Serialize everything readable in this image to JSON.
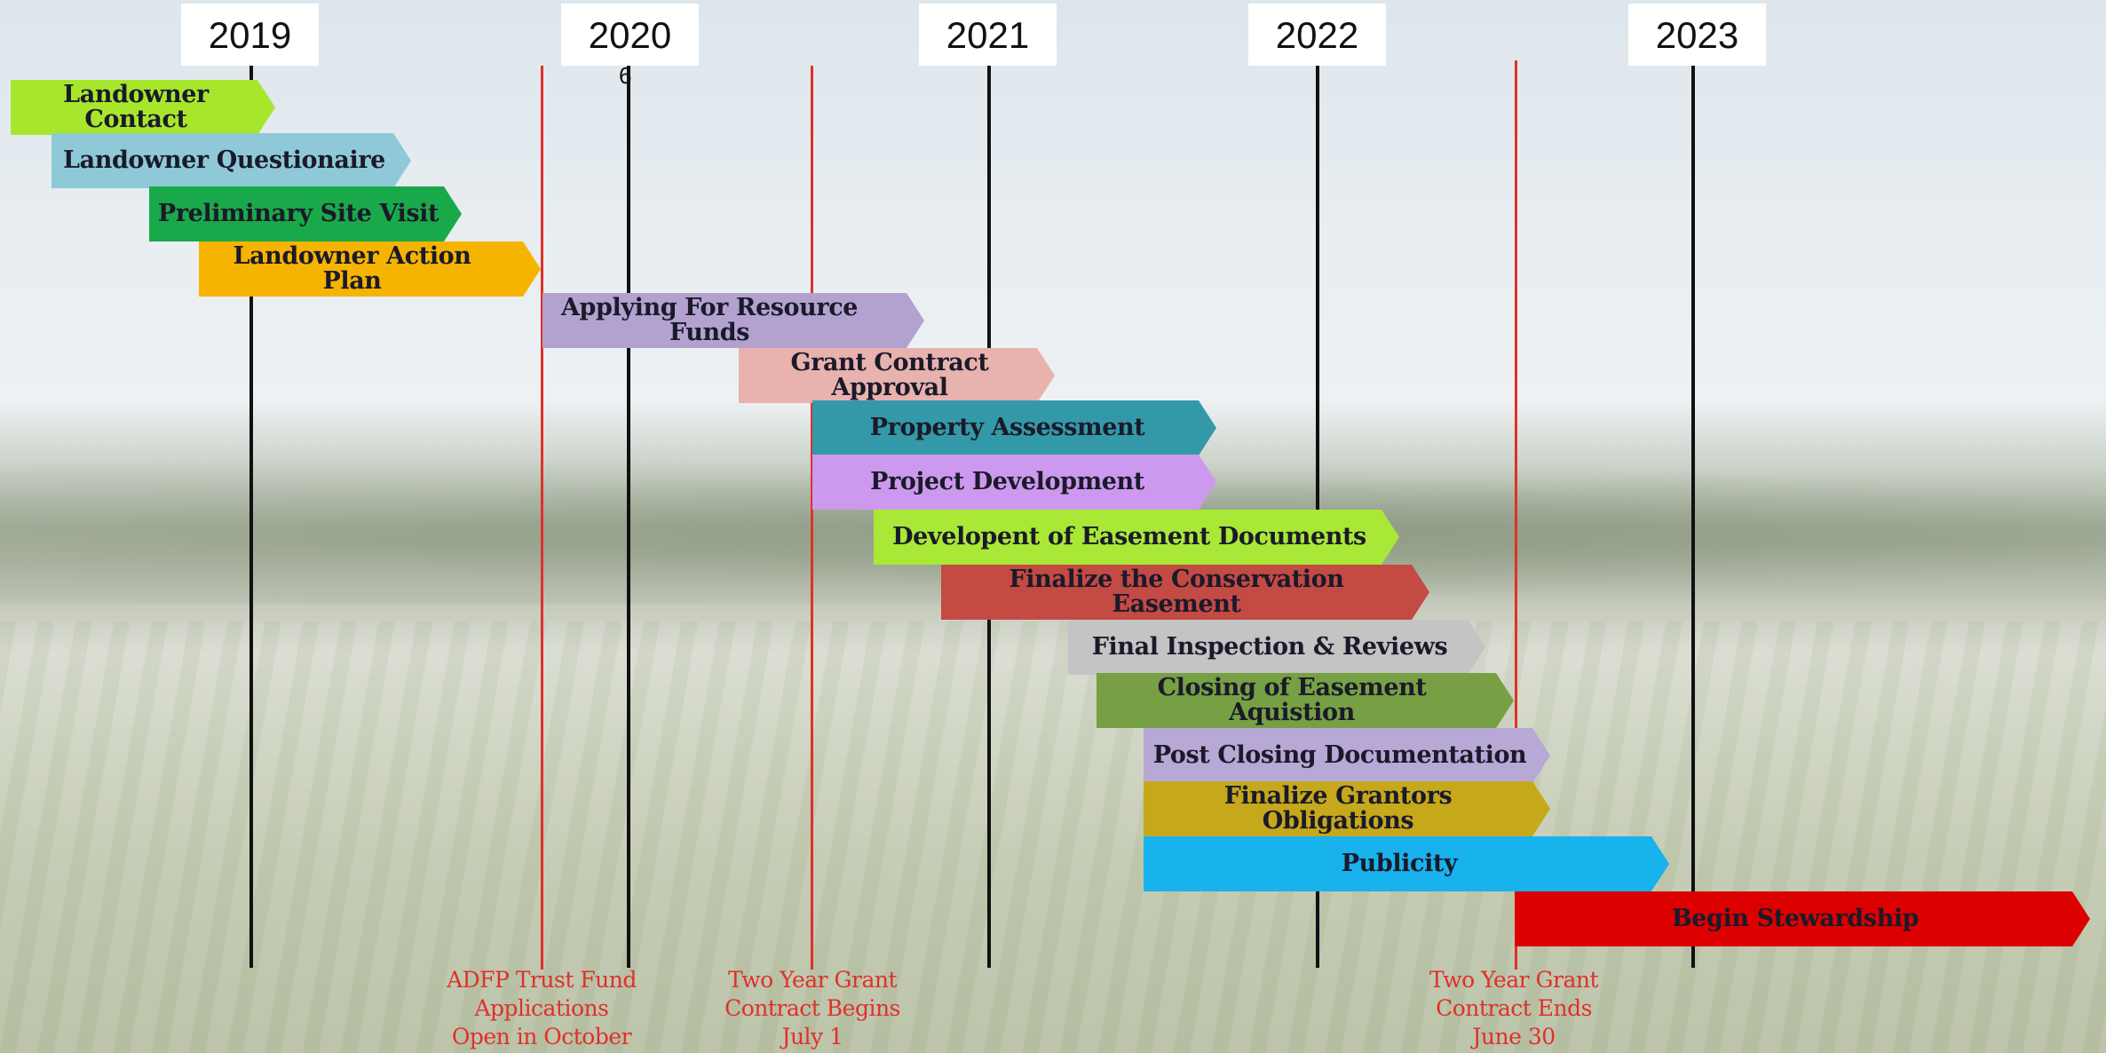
{
  "years": [
    "2019",
    "2020",
    "2021",
    "2022",
    "2023"
  ],
  "stray_mark": "6",
  "tasks": [
    {
      "label": "Landowner Contact",
      "color": "#a8e62c"
    },
    {
      "label": "Landowner Questionaire",
      "color": "#8fc9d8"
    },
    {
      "label": "Preliminary Site Visit",
      "color": "#1aa94a"
    },
    {
      "label": "Landowner Action Plan",
      "color": "#f6b400"
    },
    {
      "label": "Applying For Resource Funds",
      "color": "#b3a2cf"
    },
    {
      "label": "Grant Contract Approval",
      "color": "#e8b2ae"
    },
    {
      "label": "Property Assessment",
      "color": "#3399a8"
    },
    {
      "label": "Project Development",
      "color": "#cc99ee"
    },
    {
      "label": "Developent of Easement Documents",
      "color": "#a9e836"
    },
    {
      "label": "Finalize the Conservation Easement",
      "color": "#c44a44"
    },
    {
      "label": "Final Inspection & Reviews",
      "color": "#c4c4c4"
    },
    {
      "label": "Closing of Easement Aquistion",
      "color": "#76a043"
    },
    {
      "label": "Post Closing Documentation",
      "color": "#b8a8d6"
    },
    {
      "label": "Finalize Grantors Obligations",
      "color": "#c6a81b"
    },
    {
      "label": "Publicity",
      "color": "#18b2ec"
    },
    {
      "label": "Begin Stewardship",
      "color": "#dd0000"
    }
  ],
  "milestones": [
    {
      "text": "ADFP Trust Fund\nApplications\nOpen in October"
    },
    {
      "text": "Two Year Grant\nContract Begins\nJuly 1"
    },
    {
      "text": "Two Year Grant\nContract Ends\nJune 30"
    }
  ]
}
